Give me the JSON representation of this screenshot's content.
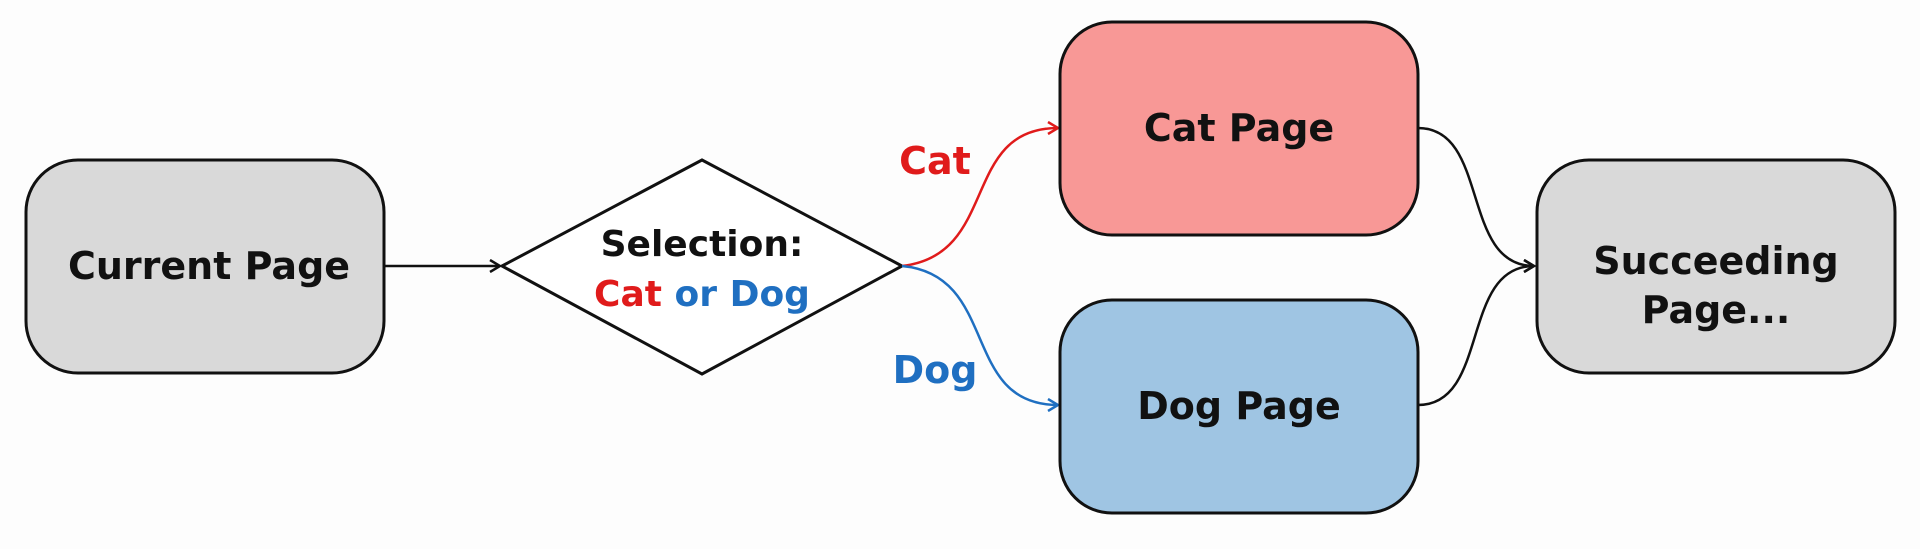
{
  "nodes": {
    "current": {
      "label": "Current Page",
      "fill": "#d9d9d9"
    },
    "decision": {
      "title": "Selection:",
      "option_a": "Cat",
      "option_joiner": "or",
      "option_b": "Dog"
    },
    "cat": {
      "label": "Cat Page",
      "fill": "#f89896"
    },
    "dog": {
      "label": "Dog Page",
      "fill": "#9fc5e3"
    },
    "succeeding": {
      "line1": "Succeeding",
      "line2": "Page..."
    }
  },
  "edges": {
    "cat_label": "Cat",
    "dog_label": "Dog"
  },
  "colors": {
    "cat": "#e01b1b",
    "dog": "#1f6fc1",
    "outline": "#111111",
    "text": "#111111",
    "node_gray": "#d9d9d9"
  }
}
